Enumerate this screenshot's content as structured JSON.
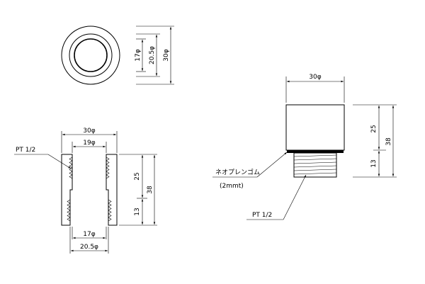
{
  "top_view": {
    "dim_17": "17φ",
    "dim_20_5": "20.5φ",
    "dim_30": "30φ"
  },
  "section_view": {
    "callout": "PT 1/2",
    "dim_outer": "30φ",
    "dim_inner_top": "19φ",
    "dim_inner_bottom": "17φ",
    "dim_thread_bottom": "20.5φ",
    "dim_25": "25",
    "dim_13": "13",
    "dim_38": "38"
  },
  "side_view": {
    "dim_top": "30φ",
    "callout_rubber": "ネオプレンゴム",
    "callout_rubber_note": "(2mmt)",
    "callout_thread": "PT 1/2",
    "dim_25": "25",
    "dim_13": "13",
    "dim_38": "38"
  },
  "colors": {
    "line": "#000000",
    "background": "#ffffff"
  }
}
